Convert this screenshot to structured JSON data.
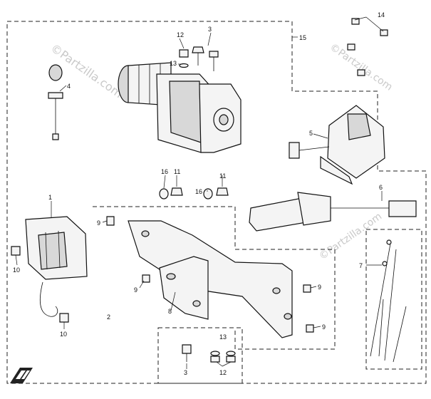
{
  "watermarks": [
    "©Partzilla.com",
    "©Partzilla.com",
    "©Partzilla.com"
  ],
  "callouts": {
    "c1": "1",
    "c2": "2",
    "c3a": "3",
    "c3b": "3",
    "c4": "4",
    "c5": "5",
    "c6": "6",
    "c7": "7",
    "c8": "8",
    "c9a": "9",
    "c9b": "9",
    "c9c": "9",
    "c9d": "9",
    "c10a": "10",
    "c10b": "10",
    "c11a": "11",
    "c11b": "11",
    "c12a": "12",
    "c12b": "12",
    "c13a": "13",
    "c13b": "13",
    "c14": "14",
    "c15": "15",
    "c16a": "16",
    "c16b": "16"
  },
  "logo_icon": "brand-logo-icon"
}
